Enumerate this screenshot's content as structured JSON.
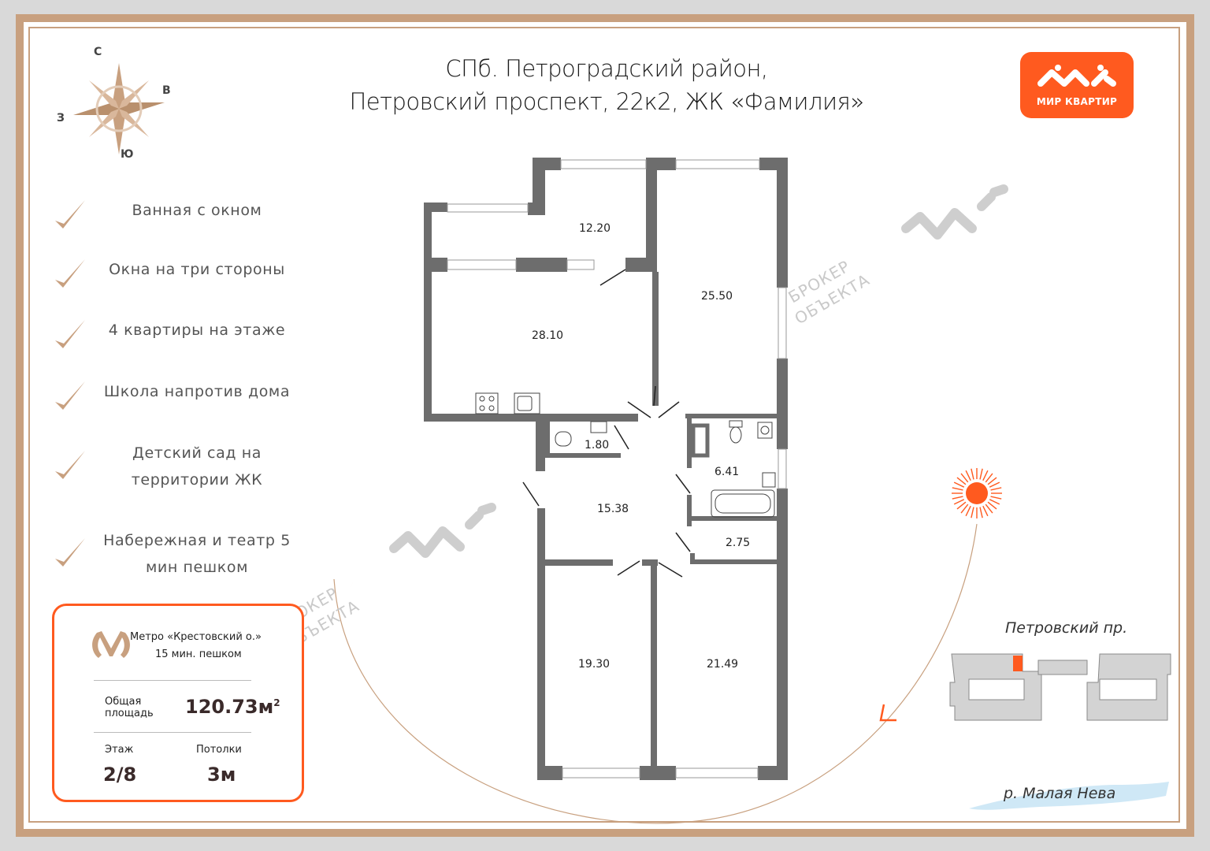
{
  "title": {
    "line1": "СПб. Петроградский район,",
    "line2": "Петровский проспект, 22к2, ЖК «Фамилия»"
  },
  "logo": {
    "text": "МИР КВАРТИР",
    "icon": "mir-kvartir-logo-icon",
    "color": "#ff5a1f"
  },
  "compass": {
    "n": "С",
    "e": "В",
    "w": "З",
    "s": "Ю"
  },
  "features": [
    "Ванная с окном",
    "Окна на три стороны",
    "4 квартиры на этаже",
    "Школа напротив дома",
    "Детский сад на территории ЖК",
    "Набережная и театр 5 мин пешком"
  ],
  "info": {
    "metro_line1": "Метро «Крестовский о.»",
    "metro_line2": "15 мин. пешком",
    "area_label1": "Общая",
    "area_label2": "площадь",
    "area_value": "120.73м",
    "area_sup": "2",
    "floor_label": "Этаж",
    "floor_value": "2/8",
    "ceiling_label": "Потолки",
    "ceiling_value": "3м"
  },
  "rooms": {
    "r1": "12.20",
    "r2": "28.10",
    "r3": "25.50",
    "r4": "1.80",
    "r5": "6.41",
    "r6": "15.38",
    "r7": "2.75",
    "r8": "19.30",
    "r9": "21.49"
  },
  "watermark": {
    "line1": "БРОКЕР",
    "line2": "ОБЪЕКТА"
  },
  "location": {
    "street": "Петровский пр.",
    "river": "р. Малая Нева"
  },
  "colors": {
    "accent": "#ff5a1f",
    "frame": "#c8a07f",
    "walls": "#6d6d6d"
  }
}
